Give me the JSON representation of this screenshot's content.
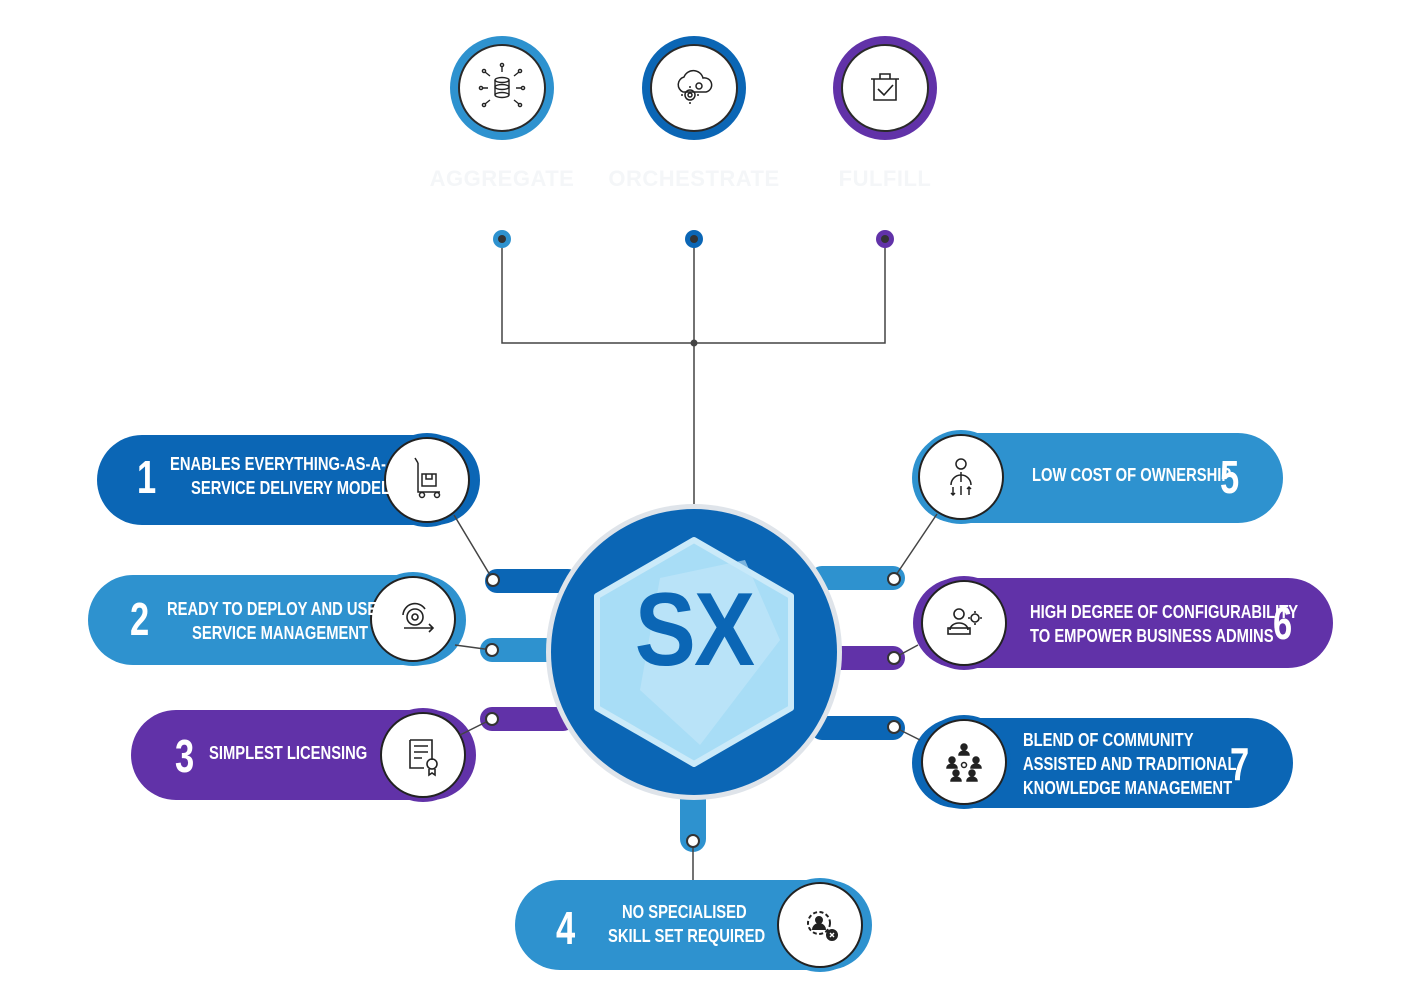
{
  "center": {
    "label": "SX"
  },
  "stages": [
    {
      "label": "AGGREGATE",
      "icon": "data-hub-icon",
      "color": "#2e92cf"
    },
    {
      "label": "ORCHESTRATE",
      "icon": "cloud-gear-icon",
      "color": "#0b66b5"
    },
    {
      "label": "FULFILL",
      "icon": "pot-check-icon",
      "color": "#6132a8"
    }
  ],
  "features": [
    {
      "number": "1",
      "line1": "ENABLES EVERYTHING-AS-A-",
      "line2": "SERVICE DELIVERY MODEL",
      "line3": "",
      "icon": "delivery-cart-icon",
      "color": "#0b66b5"
    },
    {
      "number": "2",
      "line1": "READY TO DEPLOY AND USE",
      "line2": "SERVICE MANAGEMENT",
      "line3": "",
      "icon": "deploy-cycle-icon",
      "color": "#2e92cf"
    },
    {
      "number": "3",
      "line1": "SIMPLEST LICENSING",
      "line2": "",
      "line3": "",
      "icon": "certificate-icon",
      "color": "#6132a8"
    },
    {
      "number": "4",
      "line1": "NO SPECIALISED",
      "line2": "SKILL SET REQUIRED",
      "line3": "",
      "icon": "user-gear-icon",
      "color": "#2e92cf"
    },
    {
      "number": "5",
      "line1": "LOW COST OF OWNERSHIP",
      "line2": "",
      "line3": "",
      "icon": "person-dollar-icon",
      "color": "#2e92cf"
    },
    {
      "number": "6",
      "line1": "HIGH DEGREE OF CONFIGURABILITY",
      "line2": "TO EMPOWER BUSINESS ADMINS",
      "line3": "",
      "icon": "admin-laptop-icon",
      "color": "#6132a8"
    },
    {
      "number": "7",
      "line1": "BLEND OF COMMUNITY",
      "line2": "ASSISTED AND TRADITIONAL",
      "line3": "KNOWLEDGE MANAGEMENT",
      "icon": "community-network-icon",
      "color": "#0b66b5"
    }
  ]
}
